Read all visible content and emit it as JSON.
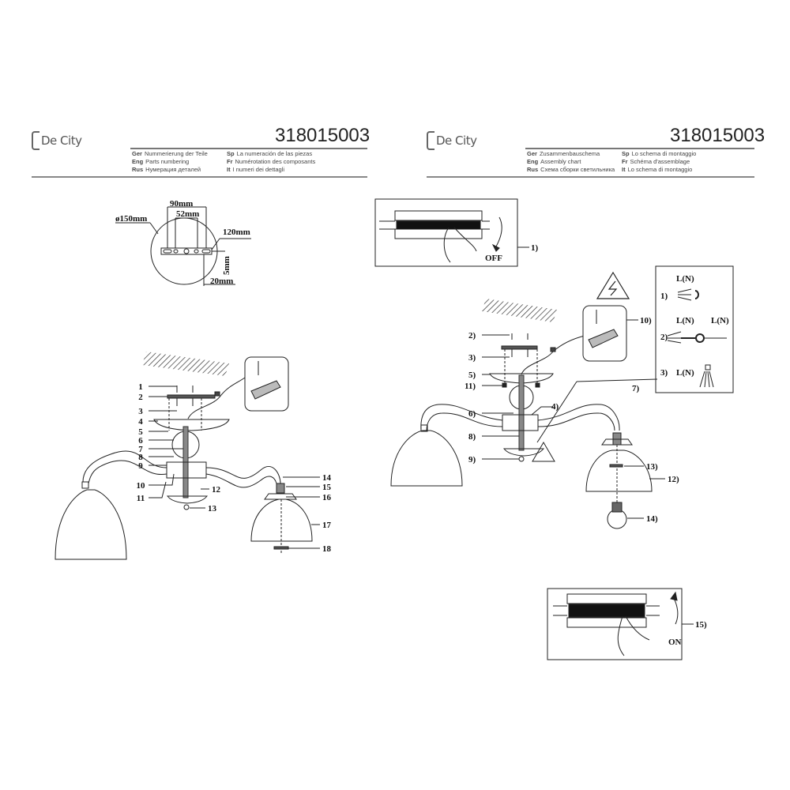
{
  "left_page": {
    "brand": "De City",
    "product_code": "318015003",
    "titles": [
      {
        "lang": "Ger",
        "text": "Nummerierung der Teile"
      },
      {
        "lang": "Sp",
        "text": "La numeración de las piezas"
      },
      {
        "lang": "Eng",
        "text": "Parts numbering"
      },
      {
        "lang": "Fr",
        "text": "Numérotation des composants"
      },
      {
        "lang": "Rus",
        "text": "Нумерация деталей"
      },
      {
        "lang": "It",
        "text": "I numeri dei dettagli"
      }
    ],
    "dimensions": {
      "diameter": "ø150mm",
      "width_outer": "90mm",
      "width_inner": "52mm",
      "length": "120mm",
      "thickness": "5mm",
      "offset": "20mm"
    },
    "part_labels_left": [
      "1",
      "2",
      "3",
      "4",
      "5",
      "6",
      "7",
      "8",
      "9",
      "10",
      "11"
    ],
    "part_labels_right": [
      "12",
      "13",
      "14",
      "15",
      "16",
      "17",
      "18"
    ]
  },
  "right_page": {
    "brand": "De City",
    "product_code": "318015003",
    "titles": [
      {
        "lang": "Ger",
        "text": "Zusammenbauschema"
      },
      {
        "lang": "Sp",
        "text": "Lo schema di montaggio"
      },
      {
        "lang": "Eng",
        "text": "Assembly chart"
      },
      {
        "lang": "Fr",
        "text": "Schéma d'assemblage"
      },
      {
        "lang": "Rus",
        "text": "Схема сборки светильника"
      },
      {
        "lang": "It",
        "text": "Lo schema di montaggio"
      }
    ],
    "step_off": {
      "label": "1)",
      "text": "OFF"
    },
    "step_on": {
      "label": "15)",
      "text": "ON"
    },
    "wiring_steps": [
      {
        "n": "1)",
        "wire": "L(N)"
      },
      {
        "n": "2)",
        "wire": "L(N)",
        "wire2": "L(N)"
      },
      {
        "n": "3)",
        "wire": "L(N)"
      }
    ],
    "step_labels": [
      "2)",
      "3)",
      "5)",
      "11)",
      "6)",
      "8)",
      "9)",
      "4)",
      "7)",
      "10)",
      "12)",
      "13)",
      "14)"
    ]
  }
}
